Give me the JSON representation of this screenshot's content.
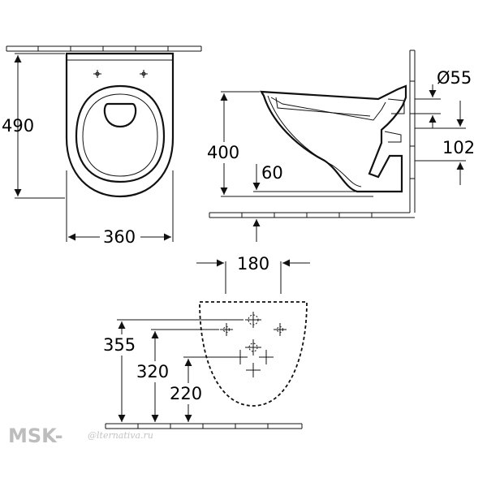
{
  "dimensions": {
    "front_height": "490",
    "front_width": "360",
    "side_height": "400",
    "side_rim_offset": "60",
    "outlet_diameter": "Ø55",
    "outlet_height": "102",
    "fixing_spacing": "180",
    "fixing_355": "355",
    "fixing_320": "320",
    "fixing_220": "220"
  },
  "watermark": {
    "brand": "MSK-",
    "brand_script": "@lternativa.ru"
  },
  "colors": {
    "line": "#111111",
    "watermark": "#bdbdbd"
  }
}
